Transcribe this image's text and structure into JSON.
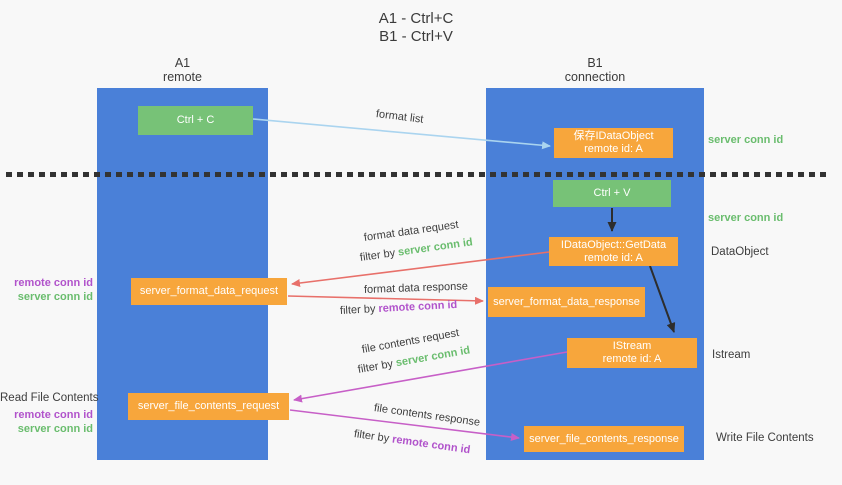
{
  "title": {
    "line1": "A1 - Ctrl+C",
    "line2": "B1 - Ctrl+V"
  },
  "columns": {
    "left": {
      "name": "A1",
      "role": "remote"
    },
    "right": {
      "name": "B1",
      "role": "connection"
    }
  },
  "nodes": {
    "ctrl_c": "Ctrl + C",
    "ctrl_v": "Ctrl + V",
    "save_idataobject": {
      "line1": "保存IDataObject",
      "line2": "remote id: A"
    },
    "getdata": {
      "line1": "IDataObject::GetData",
      "line2": "remote id: A"
    },
    "istream": {
      "line1": "IStream",
      "line2": "remote id: A"
    },
    "format_request": "server_format_data_request",
    "format_response": "server_format_data_response",
    "file_request": "server_file_contents_request",
    "file_response": "server_file_contents_response"
  },
  "edges": {
    "format_list": "format list",
    "format_data_request": "format data request",
    "format_data_request_filter": {
      "prefix": "filter by ",
      "value": "server conn id"
    },
    "format_data_response": "format data response",
    "format_data_response_filter": {
      "prefix": "filter by ",
      "value": "remote conn id"
    },
    "file_contents_request": "file contents request",
    "file_contents_request_filter": {
      "prefix": "filter by ",
      "value": "server conn id"
    },
    "file_contents_response": "file contents response",
    "file_contents_response_filter": {
      "prefix": "filter by ",
      "value": "remote conn id"
    }
  },
  "left_annotations": {
    "format_pair": {
      "remote": "remote conn id",
      "server": "server conn id"
    },
    "read_title": "Read File Contents",
    "file_pair": {
      "remote": "remote conn id",
      "server": "server conn id"
    }
  },
  "right_annotations": {
    "server_conn_top": "server conn id",
    "server_conn_mid": "server conn id",
    "dataobject": "DataObject",
    "istream": "Istream",
    "write_title": "Write File Contents"
  },
  "colors": {
    "background": "#f8f8f8",
    "lane_blue": "#4a80d8",
    "node_green": "#77c277",
    "node_orange": "#f7a63c",
    "accent_green": "#6abd6e",
    "accent_purple": "#b153cb",
    "arrow_red": "#e8706a",
    "arrow_magenta": "#c75fc7",
    "arrow_lightblue": "#aad4ef",
    "arrow_black": "#2d2d2d",
    "divider_black": "#333333"
  }
}
